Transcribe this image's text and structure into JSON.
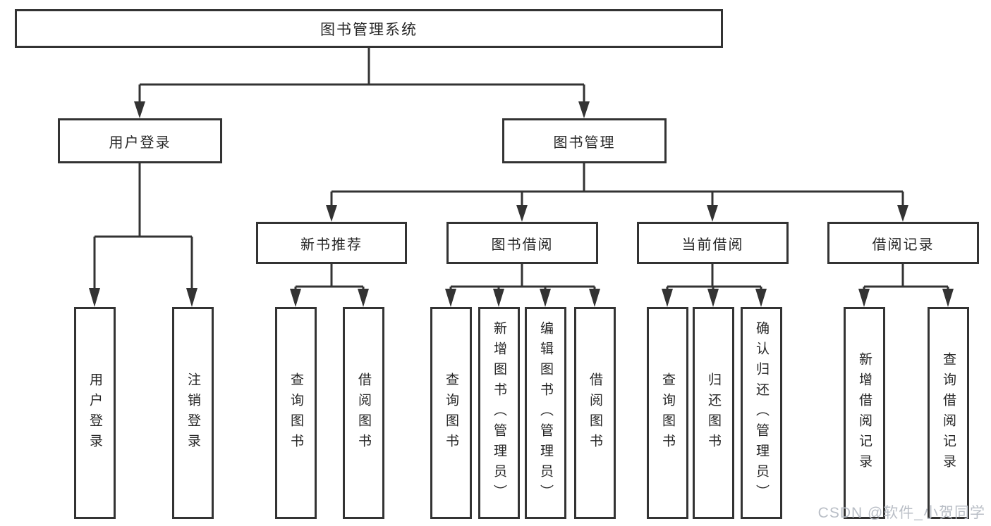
{
  "diagram": {
    "title": "图书管理系统",
    "type": "tree",
    "tree": {
      "label": "图书管理系统",
      "children": [
        {
          "label": "用户登录",
          "children": [
            {
              "label": "用户登录"
            },
            {
              "label": "注销登录"
            }
          ]
        },
        {
          "label": "图书管理",
          "children": [
            {
              "label": "新书推荐",
              "children": [
                {
                  "label": "查询图书"
                },
                {
                  "label": "借阅图书"
                }
              ]
            },
            {
              "label": "图书借阅",
              "children": [
                {
                  "label": "查询图书"
                },
                {
                  "label": "新增图书（管理员）"
                },
                {
                  "label": "编辑图书（管理员）"
                },
                {
                  "label": "借阅图书"
                }
              ]
            },
            {
              "label": "当前借阅",
              "children": [
                {
                  "label": "查询图书"
                },
                {
                  "label": "归还图书"
                },
                {
                  "label": "确认归还（管理员）"
                }
              ]
            },
            {
              "label": "借阅记录",
              "children": [
                {
                  "label": "新增借阅记录"
                },
                {
                  "label": "查询借阅记录"
                }
              ]
            }
          ]
        }
      ]
    },
    "colors": {
      "line": "#333333",
      "box_border": "#333333",
      "text": "#262626",
      "background": "#ffffff",
      "watermark": "#b9bec6"
    }
  },
  "watermark": {
    "text": "CSDN @软件_小贺同学"
  }
}
